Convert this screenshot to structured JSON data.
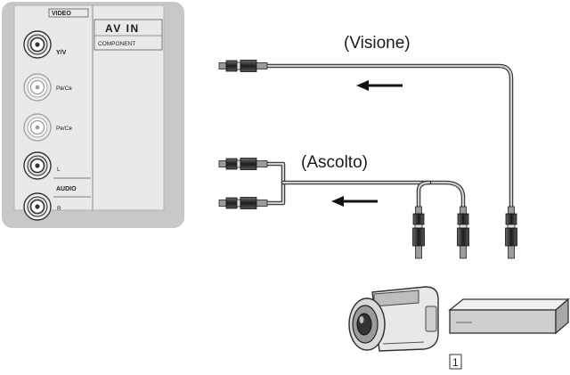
{
  "panel": {
    "video_label": "VIDEO",
    "av_in_label": "AV IN",
    "component_label": "COMPONENT",
    "jack_labels": [
      "Y/V",
      "Pʙ/Cʙ",
      "Pʀ/Cʀ",
      "L",
      "R"
    ],
    "audio_label": "AUDIO"
  },
  "labels": {
    "video_signal": "(Visione)",
    "audio_signal": "(Ascolto)",
    "device_number": "1"
  },
  "icons": [
    "video-arrow-icon",
    "audio-arrow-icon",
    "camcorder-icon",
    "player-box-icon"
  ]
}
